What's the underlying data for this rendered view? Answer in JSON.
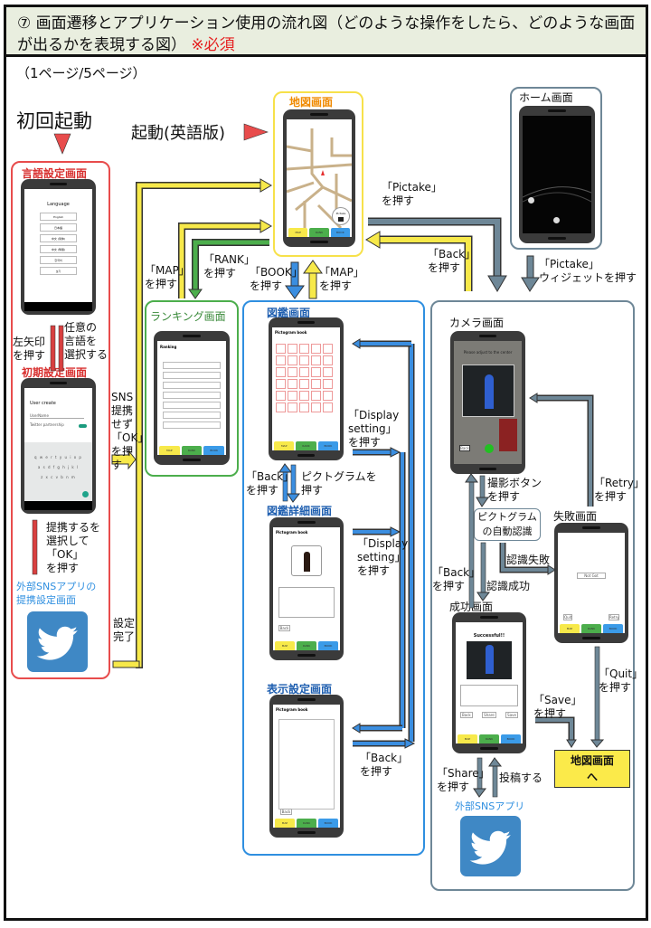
{
  "header": {
    "title": "⑦ 画面遷移とアプリケーション使用の流れ図（どのような操作をしたら、どのような画面が出るかを表現する図）",
    "required": "※必須"
  },
  "page_indicator": "（1ページ/5ページ）",
  "start_labels": {
    "first_launch": "初回起動",
    "launch_english": "起動(英語版)"
  },
  "colors": {
    "red": "#e84c4c",
    "yellow": "#f7e94a",
    "green": "#4cae4c",
    "blue": "#2f8fe0",
    "slate": "#6e8797",
    "twitter": "#3f88c5",
    "map_title": "#f08a00",
    "sns_text": "#2f8fe0"
  },
  "screens": {
    "language": {
      "title": "言語設定画面",
      "heading": "Language",
      "options": [
        "English",
        "日本語",
        "中文 (简体)",
        "中文 (繁體)",
        "한국어",
        "보기"
      ]
    },
    "initial": {
      "title": "初期設定画面",
      "heading": "User create",
      "field": "UserName",
      "toggle_label": "Twitter partnership",
      "ok": "OK",
      "keys": [
        "q w e r t y u i o p",
        "a s d f g h j k l",
        "z x c v b n m"
      ]
    },
    "sns_setting": {
      "title_line1": "外部SNSアプリの",
      "title_line2": "提携設定画面"
    },
    "map": {
      "title": "地図画面",
      "pictake": "Pictake",
      "nav": [
        "MAP",
        "RANK",
        "BOOK"
      ]
    },
    "home": {
      "title": "ホーム画面"
    },
    "ranking": {
      "title": "ランキング画面",
      "heading": "Ranking"
    },
    "book": {
      "title": "図鑑画面",
      "heading": "Pictogram book"
    },
    "book_detail": {
      "title": "図鑑詳細画面",
      "back": "Back"
    },
    "display_setting": {
      "title": "表示設定画面",
      "back": "Back"
    },
    "camera": {
      "title": "カメラ画面",
      "hint": "Please adjust to the center",
      "back": "Back"
    },
    "recognition": {
      "label": "ピクトグラム\nの自動認識"
    },
    "failure": {
      "title": "失敗画面",
      "message": "Not Got",
      "quit": "Quit",
      "retry": "Retry"
    },
    "success": {
      "title": "成功画面",
      "heading": "Successful!!",
      "buttons": [
        "Back",
        "Share",
        "Save"
      ]
    },
    "external_sns": {
      "title": "外部SNSアプリ"
    },
    "to_map": {
      "label": "地図画面\nへ"
    }
  },
  "transitions": {
    "left_arrow": "左矢印\nを押す",
    "select_lang": "任意の\n言語を\n選択する",
    "select_partner": "提携するを\n選択して\n「OK」\nを押す",
    "sns_no_partner": "SNS\n提携\nせず\n「OK」\nを押\nす",
    "setting_done": "設定\n完了",
    "map_press": "「MAP」\nを押す",
    "rank_press": "「RANK」\nを押す",
    "book_press": "「BOOK」\nを押す",
    "map_press2": "「MAP」\nを押す",
    "pictake_press": "「Pictake」\nを押す",
    "back_press": "「Back」\nを押す",
    "pictake_widget": "「Pictake」\nウィジェットを押す",
    "display_setting1": "「Display\nsetting」\nを押す",
    "display_setting2": "「Display\nsetting」\nを押す",
    "book_back": "「Back」\nを押す",
    "pictogram_press": "ピクトグラムを\n押す",
    "display_back": "「Back」\nを押す",
    "shutter": "撮影ボタン\nを押す",
    "retry": "「Retry」\nを押す",
    "recog_fail": "認識失敗",
    "recog_success": "認識成功",
    "camera_back": "「Back」\nを押す",
    "quit": "「Quit」\nを押す",
    "save": "「Save」\nを押す",
    "share": "「Share」\nを押す",
    "post": "投稿する"
  }
}
